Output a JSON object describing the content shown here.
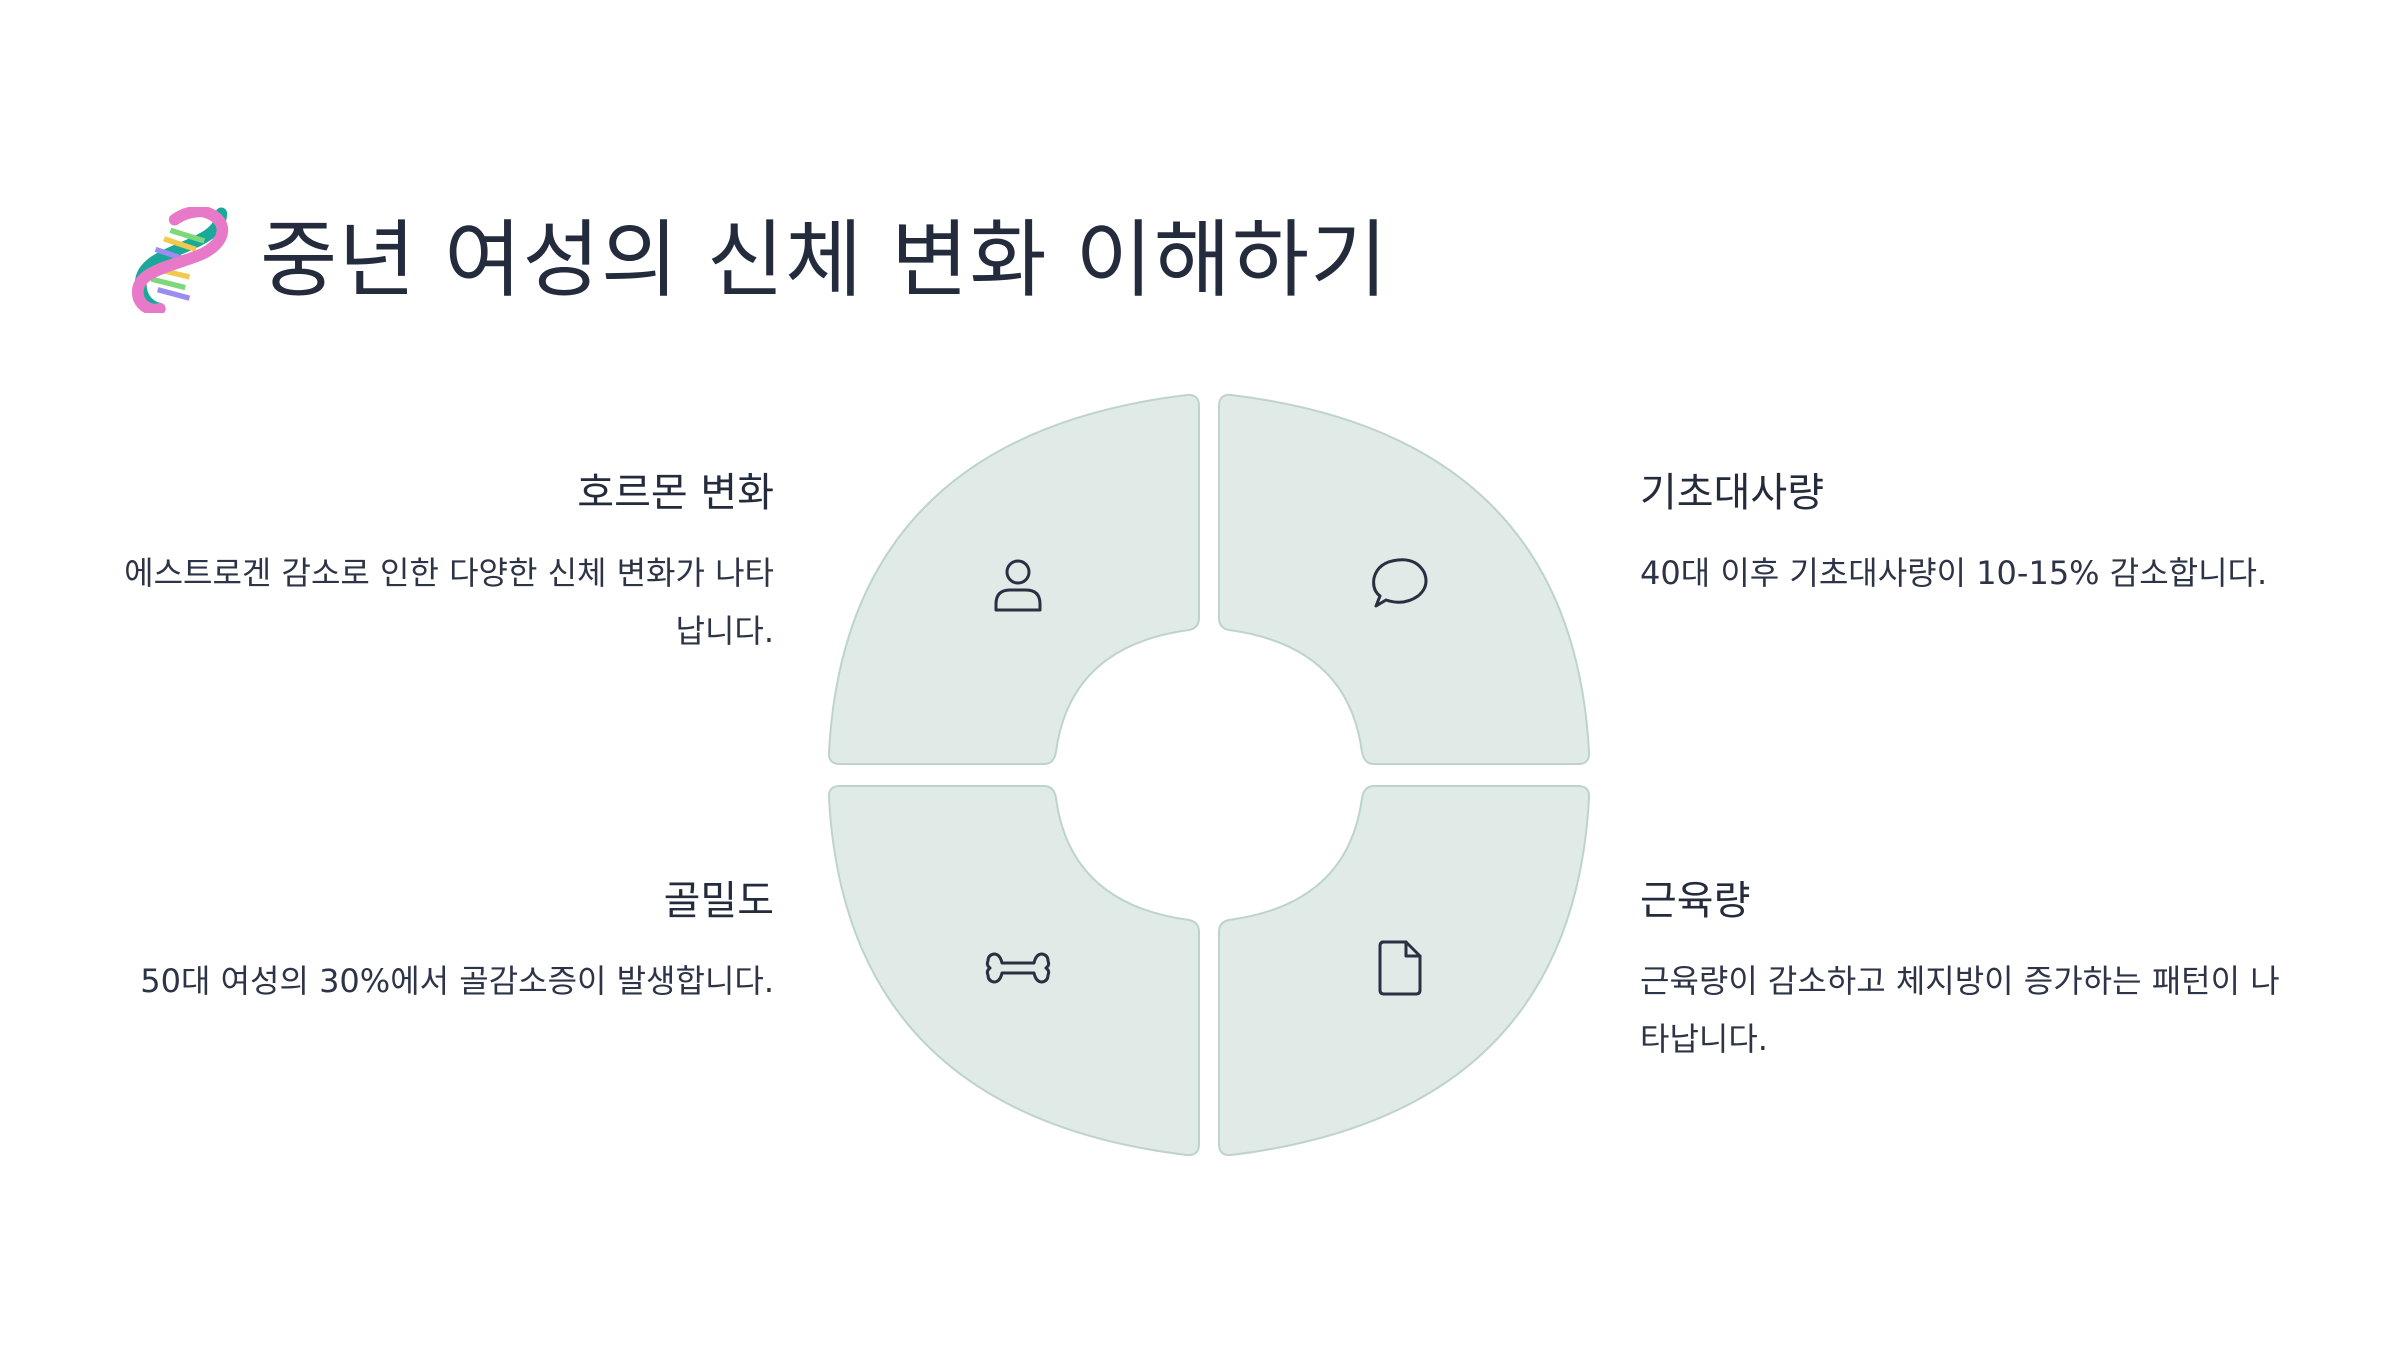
{
  "title": "중년 여성의 신체 변화 이해하기",
  "title_icon": "dna-icon",
  "colors": {
    "segment_fill": "#e0ebe8",
    "segment_stroke": "#bfd3cd",
    "text": "#242b3d",
    "icon_stroke": "#2a3042"
  },
  "items": {
    "hormone": {
      "title": "호르몬 변화",
      "text": "에스트로겐 감소로 인한 다양한 신체 변화가 나타납니다.",
      "icon": "person-icon"
    },
    "metabolism": {
      "title": "기초대사량",
      "text": "40대 이후 기초대사량이 10-15% 감소합니다.",
      "icon": "speech-bubble-icon"
    },
    "bone": {
      "title": "골밀도",
      "text": "50대 여성의 30%에서 골감소증이 발생합니다.",
      "icon": "bone-icon"
    },
    "muscle": {
      "title": "근육량",
      "text": "근육량이 감소하고 체지방이 증가하는 패턴이 나타납니다.",
      "icon": "document-icon"
    }
  }
}
